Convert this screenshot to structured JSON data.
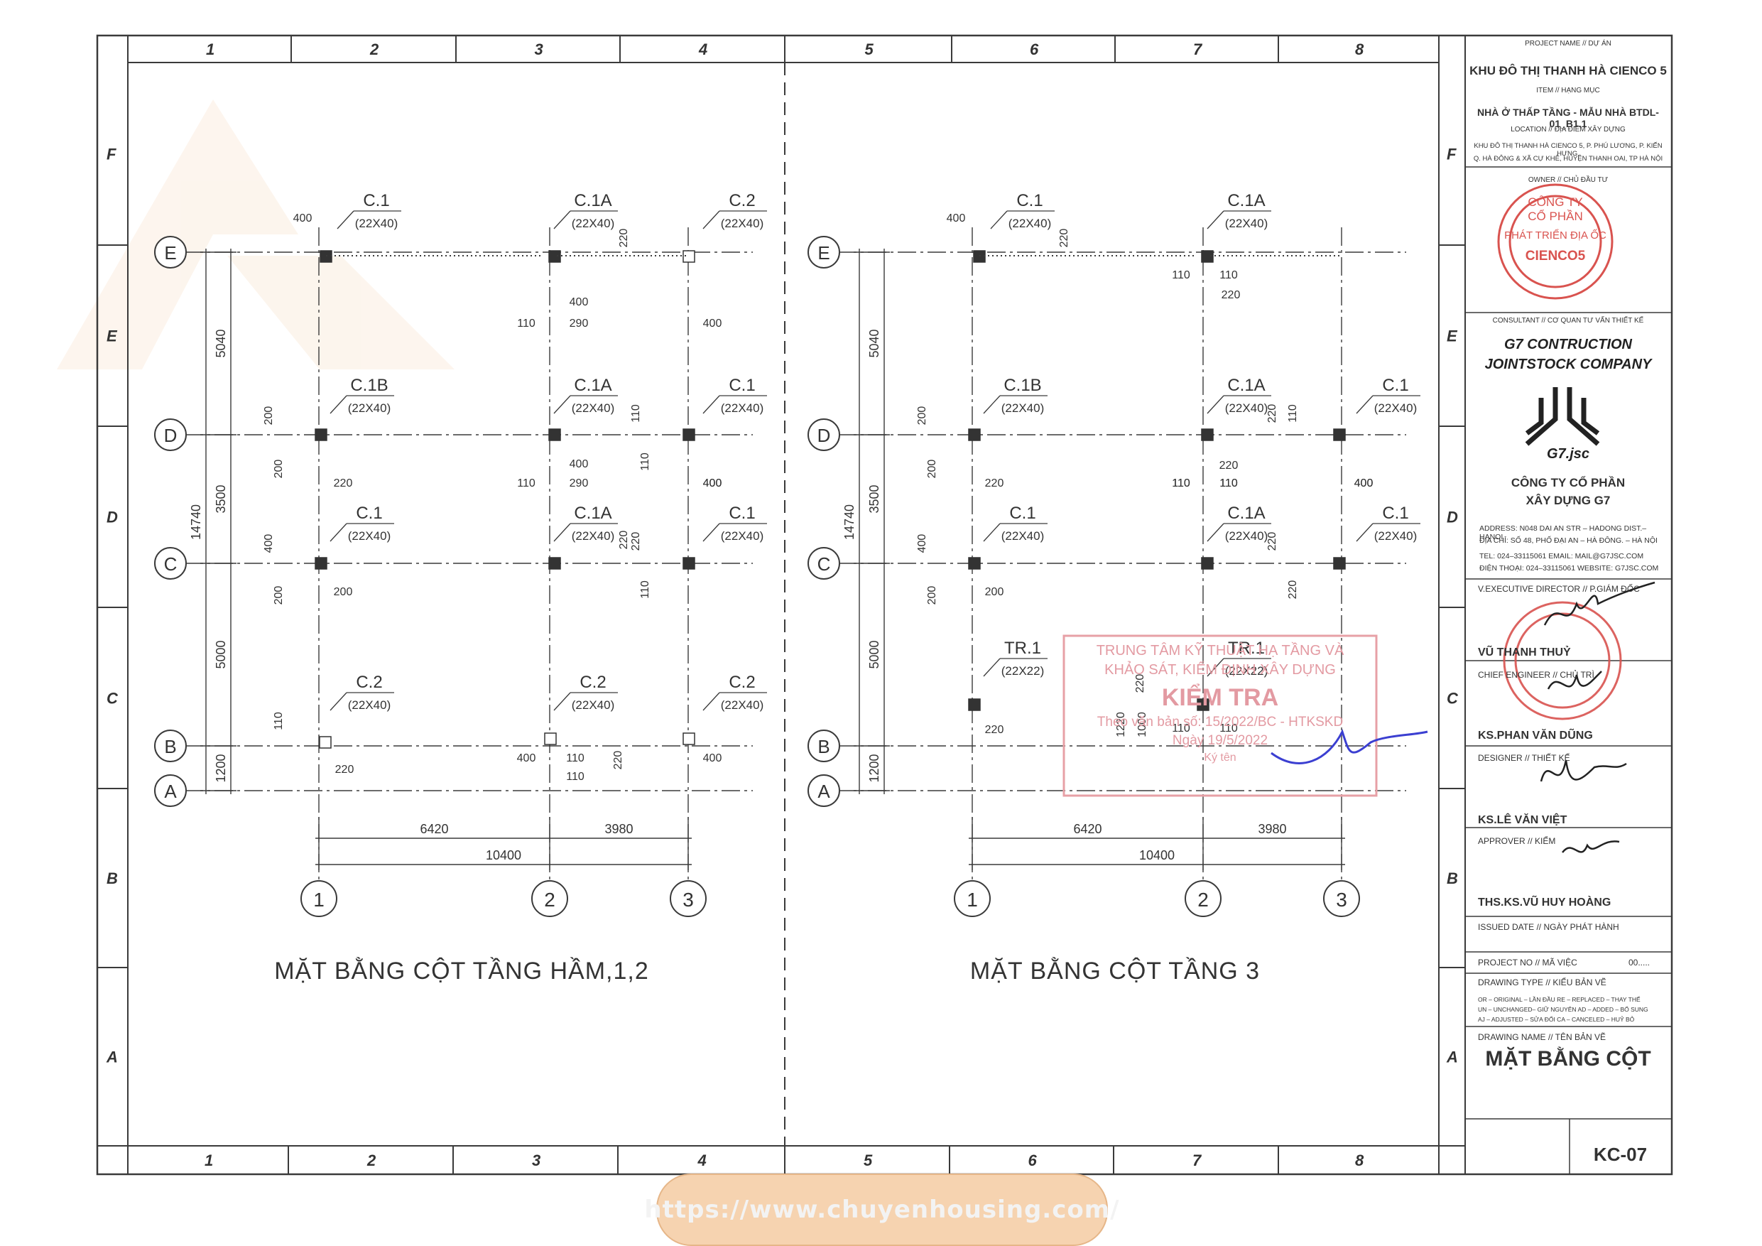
{
  "sheet": {
    "col_zones": [
      "1",
      "2",
      "3",
      "4",
      "5",
      "6",
      "7",
      "8"
    ],
    "row_zones": [
      "F",
      "E",
      "D",
      "C",
      "B",
      "A"
    ]
  },
  "plan_left": {
    "title": "MẶT BẰNG CỘT TẦNG HẦM,1,2",
    "axis_letters": [
      "E",
      "D",
      "C",
      "B",
      "A"
    ],
    "axis_numbers": [
      "1",
      "2",
      "3"
    ],
    "left_dims": [
      "5040",
      "3500",
      "5000",
      "1200"
    ],
    "total_dim": "14740",
    "bottom_dims": [
      "6420",
      "3980"
    ],
    "bottom_total": "10400",
    "labels": [
      {
        "name": "C.1",
        "size": "(22X40)"
      },
      {
        "name": "C.1A",
        "size": "(22X40)"
      },
      {
        "name": "C.2",
        "size": "(22X40)"
      },
      {
        "name": "C.1B",
        "size": "(22X40)"
      },
      {
        "name": "C.1A",
        "size": "(22X40)"
      },
      {
        "name": "C.1",
        "size": "(22X40)"
      },
      {
        "name": "C.1",
        "size": "(22X40)"
      },
      {
        "name": "C.1A",
        "size": "(22X40)"
      },
      {
        "name": "C.1",
        "size": "(22X40)"
      },
      {
        "name": "C.2",
        "size": "(22X40)"
      },
      {
        "name": "C.2",
        "size": "(22X40)"
      },
      {
        "name": "C.2",
        "size": "(22X40)"
      }
    ],
    "small_dims": [
      "400",
      "220",
      "400",
      "110",
      "290",
      "400",
      "400",
      "200",
      "200",
      "220",
      "110",
      "110",
      "400",
      "110",
      "290",
      "400",
      "220",
      "400",
      "200",
      "200",
      "220",
      "110",
      "110",
      "220",
      "400",
      "110",
      "110",
      "220",
      "400",
      "220"
    ]
  },
  "plan_right": {
    "title": "MẶT BẰNG CỘT TẦNG 3",
    "axis_letters": [
      "E",
      "D",
      "C",
      "B",
      "A"
    ],
    "axis_numbers": [
      "1",
      "2",
      "3"
    ],
    "left_dims": [
      "5040",
      "3500",
      "5000",
      "1200"
    ],
    "total_dim": "14740",
    "bottom_dims": [
      "6420",
      "3980"
    ],
    "bottom_total": "10400",
    "labels": [
      {
        "name": "C.1",
        "size": "(22X40)"
      },
      {
        "name": "C.1A",
        "size": "(22X40)"
      },
      {
        "name": "C.1B",
        "size": "(22X40)"
      },
      {
        "name": "C.1A",
        "size": "(22X40)"
      },
      {
        "name": "C.1",
        "size": "(22X40)"
      },
      {
        "name": "C.1",
        "size": "(22X40)"
      },
      {
        "name": "C.1A",
        "size": "(22X40)"
      },
      {
        "name": "C.1",
        "size": "(22X40)"
      },
      {
        "name": "TR.1",
        "size": "(22X22)"
      },
      {
        "name": "TR.1",
        "size": "(22X22)"
      }
    ],
    "small_dims": [
      "400",
      "220",
      "110",
      "110",
      "220",
      "400",
      "200",
      "200",
      "220",
      "220",
      "110",
      "220",
      "110",
      "110",
      "400",
      "400",
      "200",
      "200",
      "220",
      "220",
      "110",
      "110",
      "220",
      "1220",
      "1000",
      "110",
      "110",
      "220"
    ]
  },
  "stamp_check": {
    "line1": "TRUNG TÂM KỸ THUẬT HẠ TẦNG VÀ",
    "line2": "KHẢO SÁT, KIỂM ĐỊNH XÂY DỰNG",
    "line3": "KIỂM TRA",
    "line4": "Theo văn bản số: 15/2022/BC - HTKSKD",
    "line5": "Ngày 19/5/2022",
    "line6": "Ký tên"
  },
  "title_block": {
    "project_label": "PROJECT NAME // DỰ ÁN",
    "project": "KHU ĐÔ THỊ THANH HÀ CIENCO 5",
    "item_label": "ITEM // HẠNG MỤC",
    "item": "NHÀ Ở THẤP TẦNG - MẪU NHÀ BTDL-01_B1.1",
    "location_label": "LOCATION // ĐỊA ĐIỂM XÂY DỰNG",
    "location_1": "KHU ĐÔ THỊ THANH HÀ CIENCO 5, P. PHÚ LƯƠNG, P. KIẾN HƯNG,",
    "location_2": "Q. HÀ ĐÔNG & XÃ CỰ KHÊ, HUYỆN THANH OAI, TP HÀ NỘI",
    "owner_label": "OWNER // CHỦ ĐẦU TƯ",
    "owner_stamp_1": "CÔNG TY",
    "owner_stamp_2": "CỔ PHẦN",
    "owner_stamp_3": "PHÁT TRIỂN ĐỊA ỐC",
    "owner_stamp_4": "CIENCO5",
    "consultant_label": "CONSULTANT // CƠ QUAN TƯ VẤN THIẾT KẾ",
    "consultant_1": "G7 CONTRUCTION",
    "consultant_2": "JOINTSTOCK COMPANY",
    "logo_text": "G7.jsc",
    "company_1": "CÔNG TY CỔ PHẦN",
    "company_2": "XÂY DỰNG G7",
    "address_1": "ADDRESS:   N048 DAI AN STR – HADONG DIST.– HANOI",
    "address_2": "ĐỊA CHỈ:      SỐ 48, PHỐ ĐẠI AN – HÀ ĐÔNG. – HÀ NỘI",
    "tel_1": "TEL:   024–33115061   EMAIL: MAIL@G7JSC.COM",
    "tel_2": "ĐIỆN THOẠI: 024–33115061   WEBSITE:  G7JSC.COM",
    "director_label": "V.EXECUTIVE DIRECTOR // P.GIÁM ĐỐC",
    "director": "VŨ THANH THUỶ",
    "chief_label": "CHIEF ENGINEER // CHỦ TRÌ",
    "chief": "KS.PHAN VĂN DŨNG",
    "designer_label": "DESIGNER // THIẾT KẾ",
    "designer": "KS.LÊ VĂN VIỆT",
    "approver_label": "APPROVER // KIỂM",
    "approver": "THS.KS.VŨ HUY HOÀNG",
    "issued_label": "ISSUED DATE // NGÀY PHÁT HÀNH",
    "project_no_label": "PROJECT NO // MÃ VIỆC",
    "project_no": "00.....",
    "drawing_type_label": "DRAWING TYPE // KIỂU BẢN VẼ",
    "dt_1": "OR – ORIGINAL  – LẦN ĐẦU        RE – REPLACED  – THAY THẾ",
    "dt_2": "UN – UNCHANGED– GIỮ NGUYÊN     AD – ADDED   – BỔ SUNG",
    "dt_3": "AJ – ADJUSTED  – SỬA ĐỔI         CA – CANCELED  – HUỶ BỎ",
    "drawing_name_label": "DRAWING NAME // TÊN BẢN VẼ",
    "drawing_name": "MẶT BẰNG CỘT",
    "sheet_no": "KC-07"
  },
  "watermark": "https://www.chuyenhousing.com/",
  "colors": {
    "line": "#3a3a3a",
    "stamp_red": "#d9534f",
    "stamp_pink": "#e7a0a6",
    "ink_blue": "#3b3fd1"
  }
}
